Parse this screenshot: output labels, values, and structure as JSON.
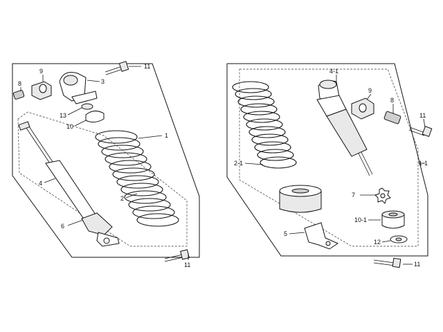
{
  "diagram": {
    "left_assembly": {
      "labels": {
        "p9": "9",
        "p8": "8",
        "p3": "3",
        "p11a": "11",
        "p13": "13",
        "p10": "10",
        "p1": "1",
        "p4": "4",
        "p2": "2",
        "p6": "6",
        "p11b": "11"
      }
    },
    "right_assembly": {
      "labels": {
        "p4_1": "4-1",
        "p9": "9",
        "p8": "8",
        "p11a": "11",
        "p2_1": "2-1",
        "p1_1": "1-1",
        "p7": "7",
        "p10_1": "10-1",
        "p5": "5",
        "p12": "12",
        "p11b": "11"
      }
    }
  }
}
